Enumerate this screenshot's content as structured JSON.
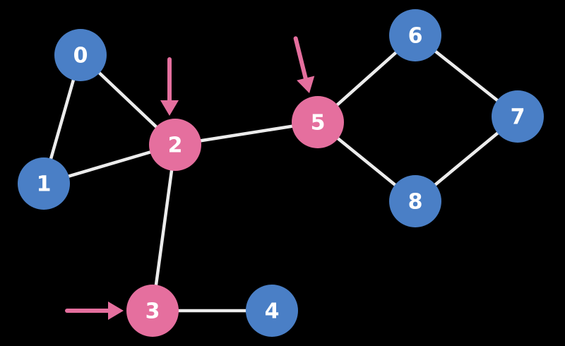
{
  "graph": {
    "colors": {
      "background": "#000000",
      "edge": "#ECECEC",
      "default_node": "#4A7FC6",
      "highlighted_node": "#E56F9E",
      "label": "#FFFFFF",
      "arrow": "#E56F9E"
    },
    "nodes": [
      {
        "id": "0",
        "label": "0",
        "highlighted": false
      },
      {
        "id": "1",
        "label": "1",
        "highlighted": false
      },
      {
        "id": "2",
        "label": "2",
        "highlighted": true
      },
      {
        "id": "3",
        "label": "3",
        "highlighted": true
      },
      {
        "id": "4",
        "label": "4",
        "highlighted": false
      },
      {
        "id": "5",
        "label": "5",
        "highlighted": true
      },
      {
        "id": "6",
        "label": "6",
        "highlighted": false
      },
      {
        "id": "7",
        "label": "7",
        "highlighted": false
      },
      {
        "id": "8",
        "label": "8",
        "highlighted": false
      }
    ],
    "edges": [
      [
        "0",
        "1"
      ],
      [
        "0",
        "2"
      ],
      [
        "1",
        "2"
      ],
      [
        "2",
        "5"
      ],
      [
        "2",
        "3"
      ],
      [
        "3",
        "4"
      ],
      [
        "5",
        "6"
      ],
      [
        "5",
        "8"
      ],
      [
        "6",
        "7"
      ],
      [
        "7",
        "8"
      ]
    ],
    "pointers": [
      {
        "target": "2",
        "direction": "down"
      },
      {
        "target": "5",
        "direction": "down"
      },
      {
        "target": "3",
        "direction": "right"
      }
    ]
  }
}
